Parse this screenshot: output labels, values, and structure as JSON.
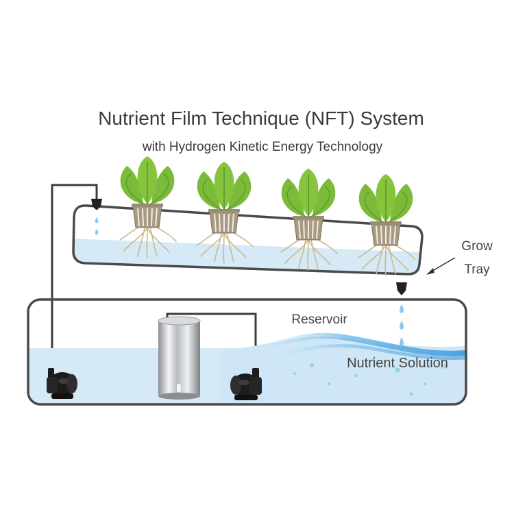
{
  "title": "Nutrient Film Technique (NFT) System",
  "subtitle": "with Hydrogen Kinetic Energy Technology",
  "labels": {
    "grow_tray_line1": "Grow",
    "grow_tray_line2": "Tray",
    "reservoir": "Reservoir",
    "nutrient_solution": "Nutrient Solution"
  },
  "plant_count": 4,
  "colors": {
    "outline": "#4a4a4a",
    "water": "#d6e9f7",
    "water_deep": "#bcdcf3",
    "leaf": "#7cba3a",
    "leaf_dark": "#5a9a2a",
    "root": "#c9b98a",
    "net_pot": "#a89a82",
    "pump": "#1c1c1c",
    "cylinder": "#c7c9cc",
    "droplet": "#8ec8ee",
    "text": "#3a3a3a"
  },
  "icons": [
    "plant-icon",
    "net-pot-icon",
    "water-pump-icon",
    "hydrogen-generator-icon",
    "droplet-icon",
    "arrow-icon"
  ]
}
